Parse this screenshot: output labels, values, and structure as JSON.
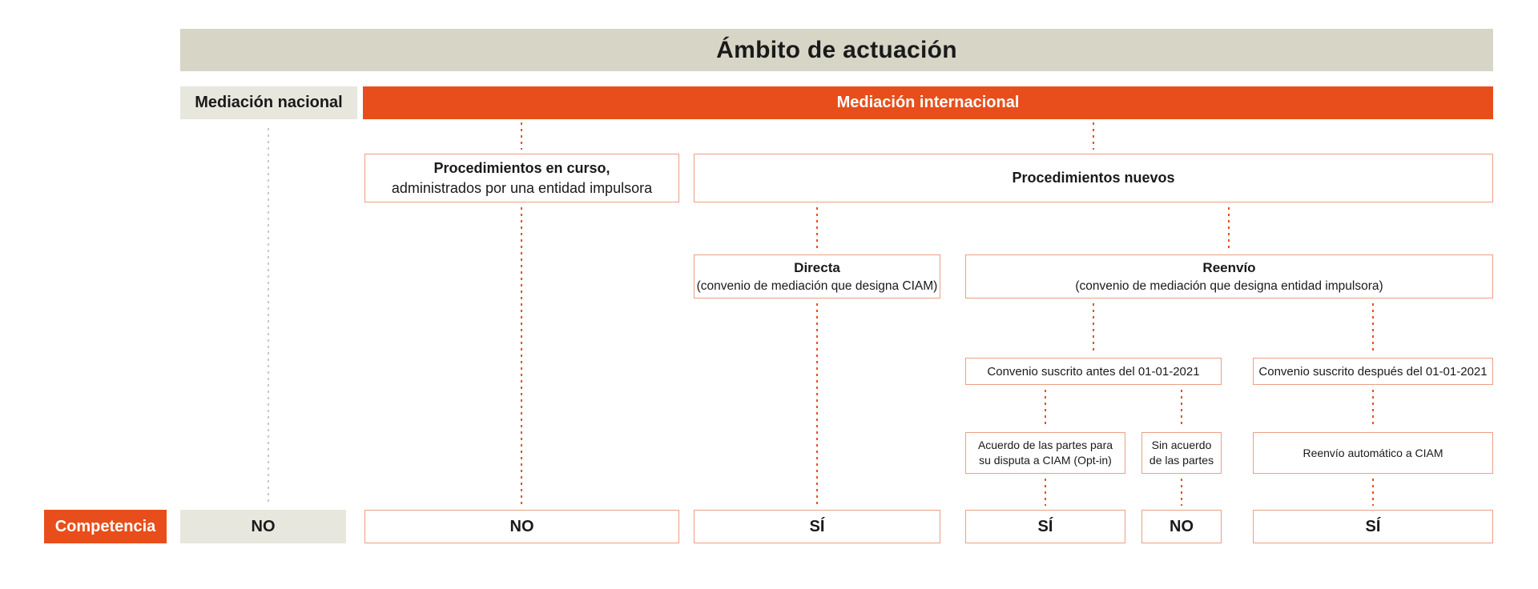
{
  "title": "Ámbito de actuación",
  "scope_bands": {
    "national": "Mediación nacional",
    "international": "Mediación internacional"
  },
  "nodes": {
    "in_progress": {
      "line1": "Procedimientos en curso,",
      "line2": "administrados por una entidad impulsora"
    },
    "new_procedures": "Procedimientos nuevos",
    "direct": {
      "title": "Directa",
      "subtitle": "(convenio de mediación que designa CIAM)"
    },
    "referral": {
      "title": "Reenvío",
      "subtitle": "(convenio de mediación que designa entidad impulsora)"
    },
    "signed_before": "Convenio suscrito antes del 01-01-2021",
    "signed_after": "Convenio suscrito después del 01-01-2021",
    "opt_in": {
      "line1": "Acuerdo de las partes para",
      "line2": "su disputa a CIAM (Opt-in)"
    },
    "no_agreement": {
      "line1": "Sin acuerdo",
      "line2": "de las partes"
    },
    "auto_referral": "Reenvío automático a CIAM"
  },
  "competence_row": {
    "label": "Competencia",
    "national": "NO",
    "in_progress": "NO",
    "direct": "SÍ",
    "opt_in": "SÍ",
    "no_agreement": "NO",
    "auto_referral": "SÍ"
  },
  "colors": {
    "accent_orange": "#E84E1B",
    "node_border_salmon": "#EBA083",
    "title_bar_fill": "#D6D5C6",
    "muted_fill": "#E8E7DE",
    "text_dark": "#1A1A1A",
    "gray_connector": "#C9C9C5"
  }
}
